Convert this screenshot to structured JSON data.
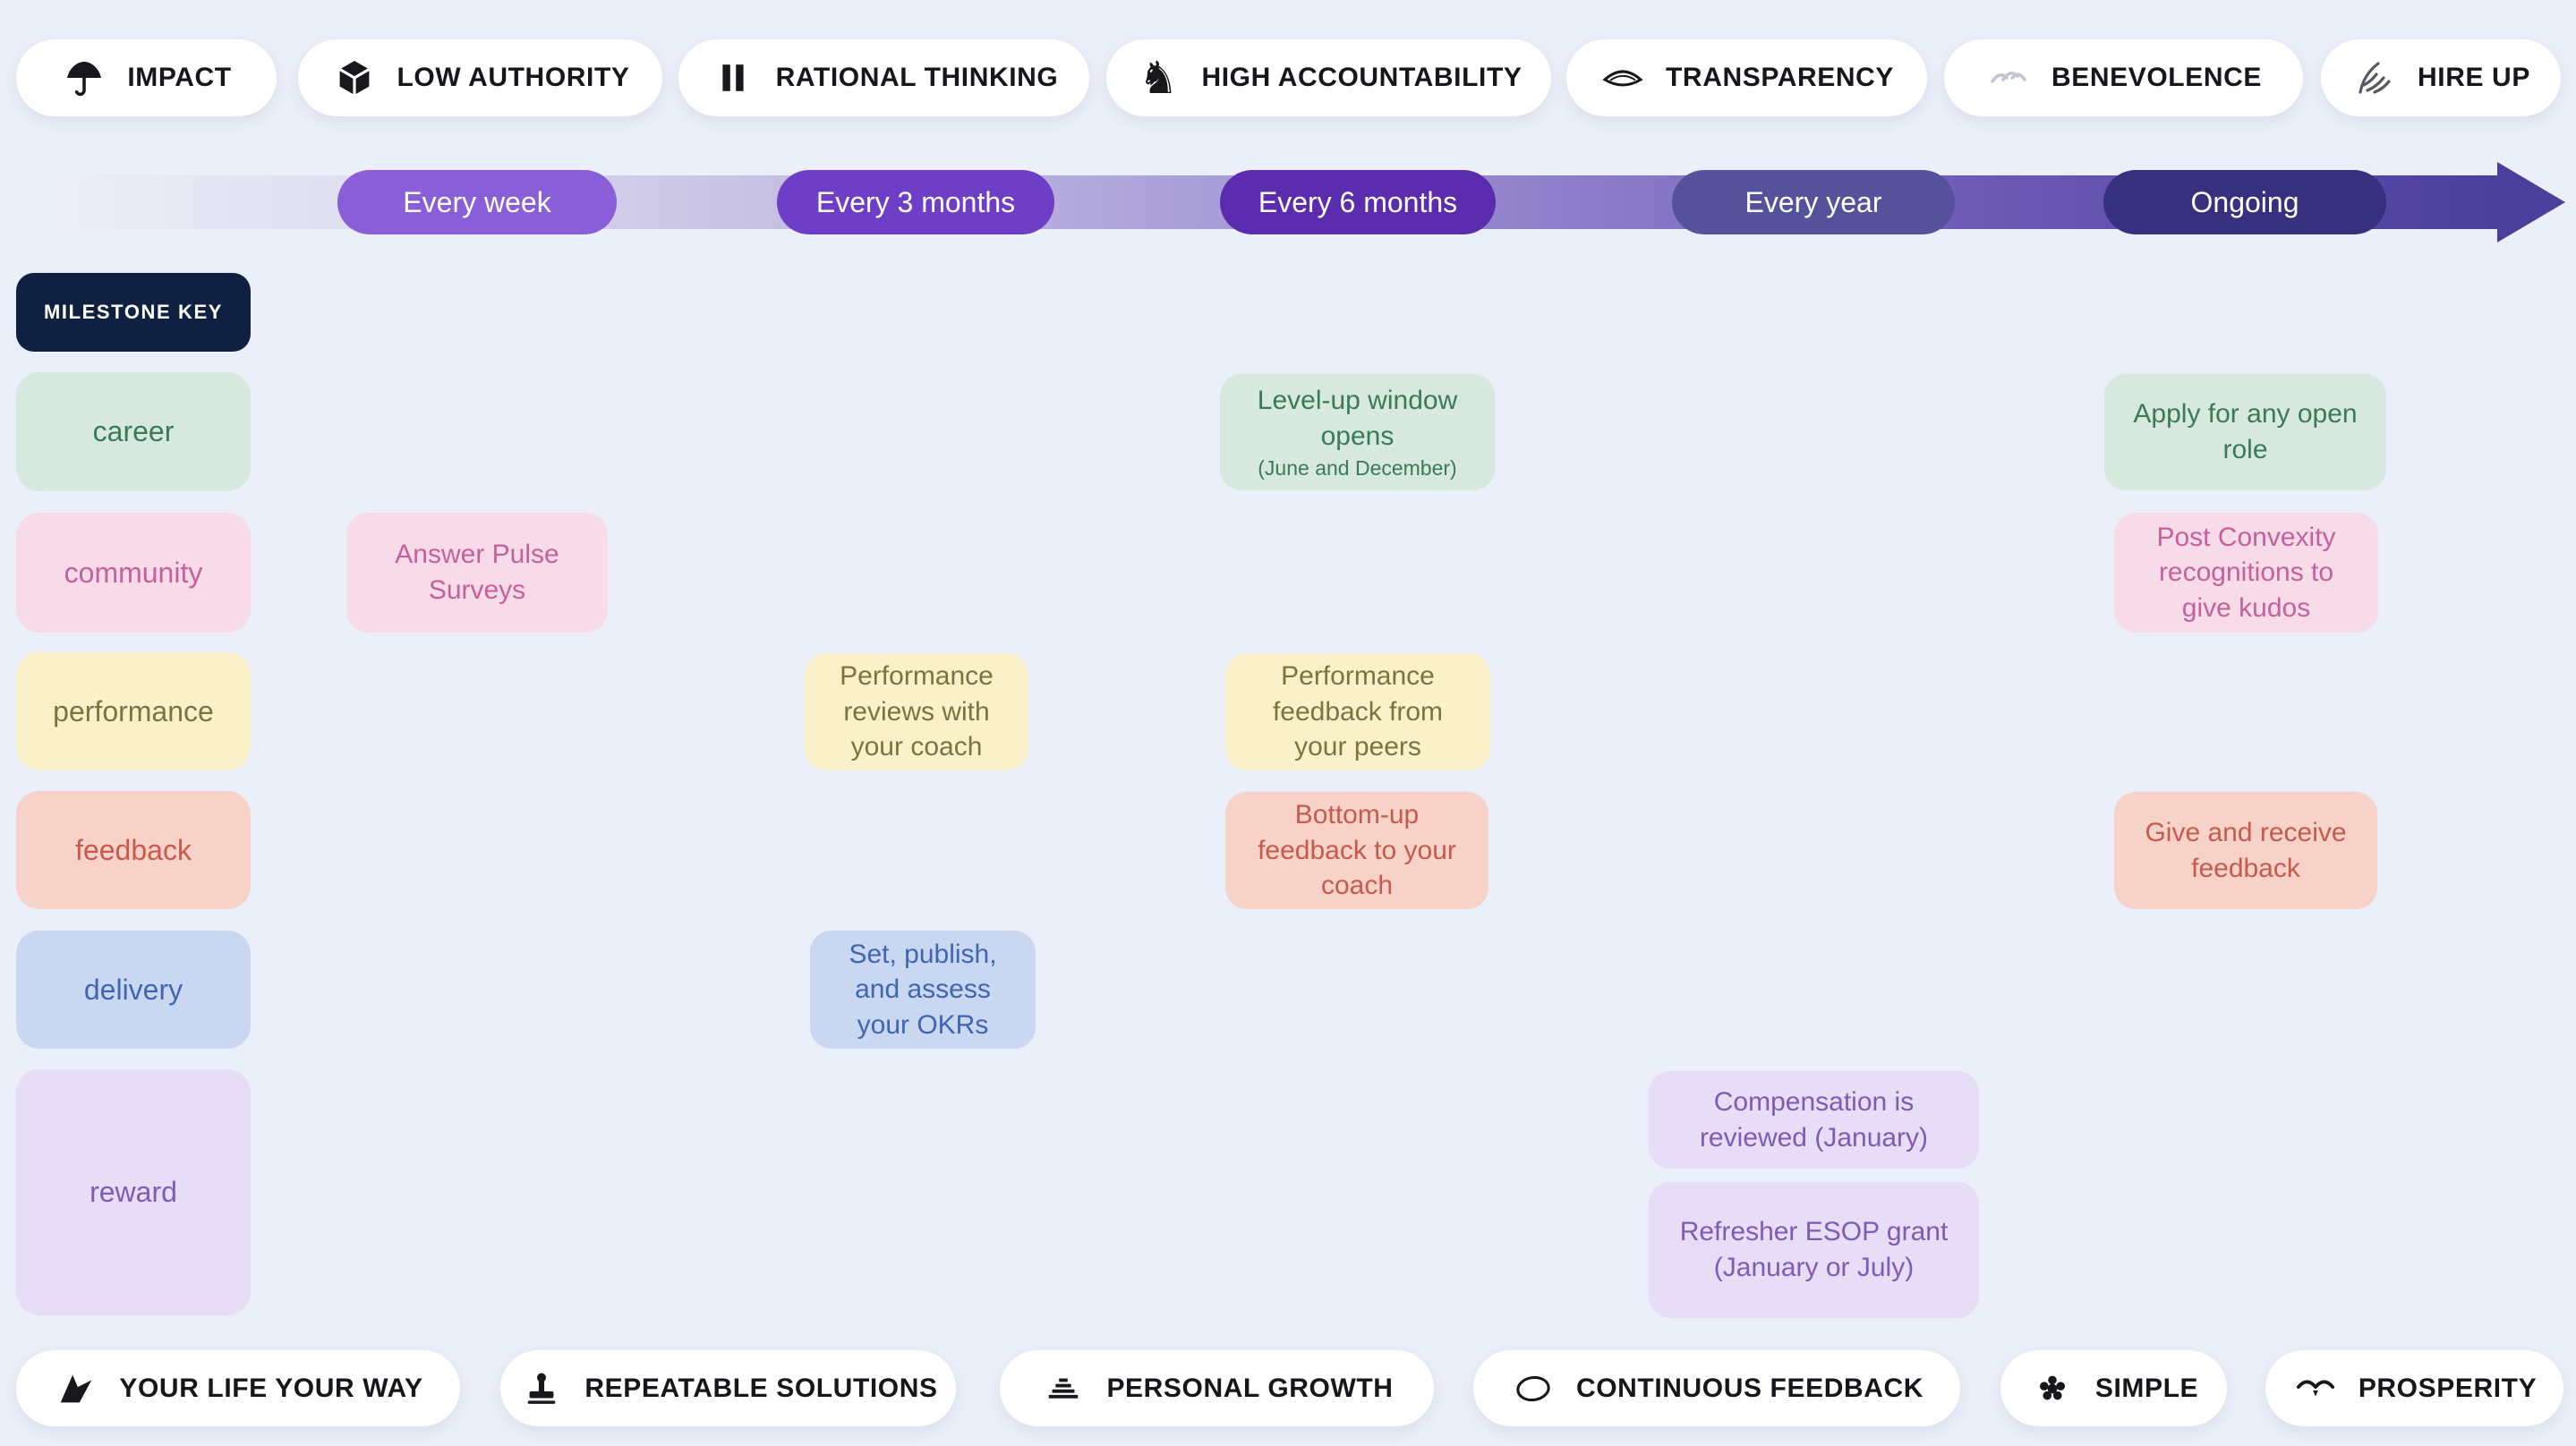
{
  "colors": {
    "page_bg": "#ebeff9",
    "milestone_key_bg": "#0f2041",
    "timeline_arrow": "#4c3f9c"
  },
  "top_badges": [
    {
      "label": "IMPACT",
      "icon": "umbrella-impact-icon"
    },
    {
      "label": "LOW AUTHORITY",
      "icon": "cube-icon"
    },
    {
      "label": "RATIONAL THINKING",
      "icon": "pillars-icon"
    },
    {
      "label": "HIGH ACCOUNTABILITY",
      "icon": "chess-knight-icon"
    },
    {
      "label": "TRANSPARENCY",
      "icon": "lens-icon"
    },
    {
      "label": "BENEVOLENCE",
      "icon": "hands-sketch-icon"
    },
    {
      "label": "HIRE UP",
      "icon": "feather-icon"
    }
  ],
  "timeline": {
    "intervals": [
      {
        "label": "Every week",
        "color": "#8a5ed8"
      },
      {
        "label": "Every 3 months",
        "color": "#6e3ec6"
      },
      {
        "label": "Every 6 months",
        "color": "#5c2cae"
      },
      {
        "label": "Every year",
        "color": "#55519b"
      },
      {
        "label": "Ongoing",
        "color": "#37307f"
      }
    ]
  },
  "legend": {
    "milestone_key": "MILESTONE KEY"
  },
  "categories": [
    {
      "label": "career",
      "bg": "#d7e9de",
      "fg": "#3a7a5b"
    },
    {
      "label": "community",
      "bg": "#f8dbe8",
      "fg": "#c4619b"
    },
    {
      "label": "performance",
      "bg": "#faf1ca",
      "fg": "#7d7340"
    },
    {
      "label": "feedback",
      "bg": "#f7d2c9",
      "fg": "#c65a4b"
    },
    {
      "label": "delivery",
      "bg": "#c9d8f0",
      "fg": "#3f66b2"
    },
    {
      "label": "reward",
      "bg": "#e7ddf7",
      "fg": "#7e5bb5"
    }
  ],
  "milestones": {
    "level_up": {
      "category": "career",
      "interval": "Every 6 months",
      "text": "Level-up window opens",
      "sub": "(June and December)"
    },
    "apply_open_role": {
      "category": "career",
      "interval": "Ongoing",
      "text": "Apply for any open role"
    },
    "pulse_surveys": {
      "category": "community",
      "interval": "Every week",
      "text": "Answer Pulse Surveys"
    },
    "convexity_kudos": {
      "category": "community",
      "interval": "Ongoing",
      "text": "Post Convexity recognitions to give kudos"
    },
    "coach_reviews": {
      "category": "performance",
      "interval": "Every 3 months",
      "text": "Performance reviews with your coach"
    },
    "peer_feedback": {
      "category": "performance",
      "interval": "Every 6 months",
      "text": "Performance feedback from your peers"
    },
    "bottom_up_feedback": {
      "category": "feedback",
      "interval": "Every 6 months",
      "text": "Bottom-up feedback to your coach"
    },
    "give_receive_feedback": {
      "category": "feedback",
      "interval": "Ongoing",
      "text": "Give and receive feedback"
    },
    "okrs": {
      "category": "delivery",
      "interval": "Every 3 months",
      "text": "Set, publish, and assess your OKRs"
    },
    "compensation_review": {
      "category": "reward",
      "interval": "Every year",
      "text": "Compensation is reviewed (January)"
    },
    "esop_grant": {
      "category": "reward",
      "interval": "Every year",
      "text": "Refresher ESOP grant (January or July)"
    }
  },
  "bottom_badges": [
    {
      "label": "YOUR LIFE YOUR WAY",
      "icon": "origami-bird-icon"
    },
    {
      "label": "REPEATABLE SOLUTIONS",
      "icon": "stamp-icon"
    },
    {
      "label": "PERSONAL GROWTH",
      "icon": "stepped-pyramid-icon"
    },
    {
      "label": "CONTINUOUS FEEDBACK",
      "icon": "loop-icon"
    },
    {
      "label": "SIMPLE",
      "icon": "rose-icon"
    },
    {
      "label": "PROSPERITY",
      "icon": "flying-bird-icon"
    }
  ]
}
